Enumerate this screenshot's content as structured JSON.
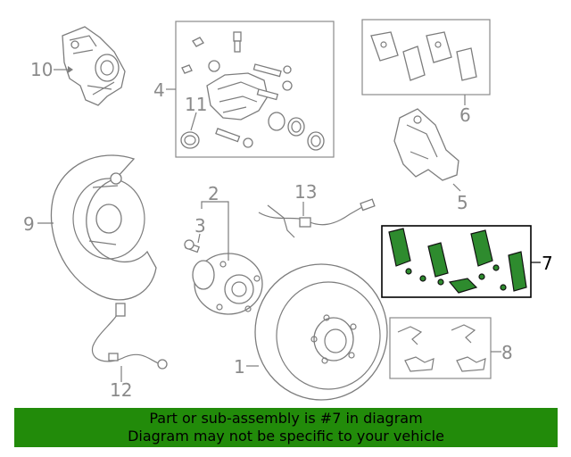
{
  "callouts": {
    "c1": "1",
    "c2": "2",
    "c3": "3",
    "c4": "4",
    "c5": "5",
    "c6": "6",
    "c7": "7",
    "c8": "8",
    "c9": "9",
    "c10": "10",
    "c11": "11",
    "c12": "12",
    "c13": "13"
  },
  "highlight": {
    "part": "7",
    "color": "#228b0a"
  },
  "banner": {
    "line1": "Part or sub-assembly is #7 in diagram",
    "line2": "Diagram may not be specific to your vehicle"
  }
}
